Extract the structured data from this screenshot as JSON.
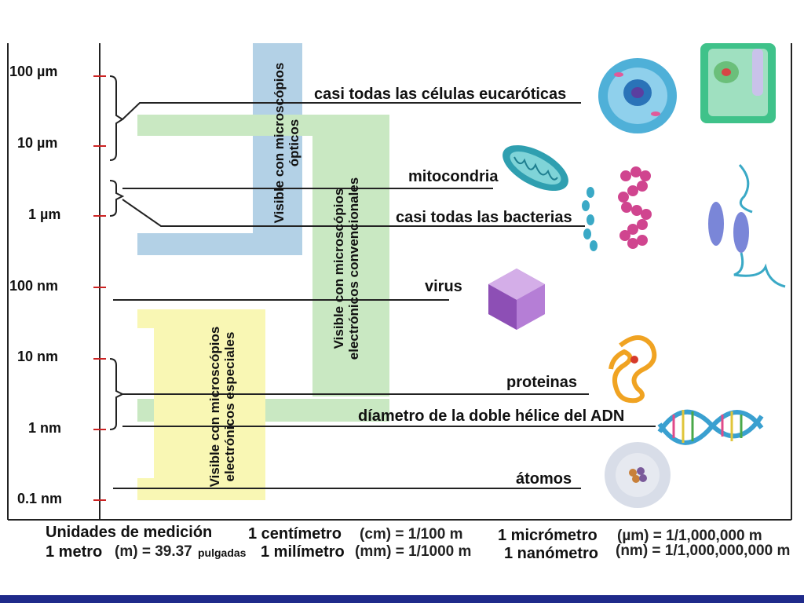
{
  "scale_labels": [
    "100 µm",
    "10 µm",
    "1 µm",
    "100 nm",
    "10 nm",
    "1 nm",
    "0.1 nm"
  ],
  "regions": {
    "optical": "Visible con microscópios ópticos",
    "conventional_em": "Visible con microscópios electrónicos convencionales",
    "special_em": "Visible con microscópios electrónicos especiales"
  },
  "items": {
    "eukaryotic": "casi todas las células eucaróticas",
    "mitochondria": "mitocondria",
    "bacteria": "casi todas las bacterias",
    "virus": "virus",
    "proteins": "proteinas",
    "dna": "díametro de la doble hélice del ADN",
    "atoms": "átomos"
  },
  "units": {
    "heading": "Unidades de medición",
    "meter_name": "1 metro",
    "meter_formula": "(m) = 39.37",
    "inches": "pulgadas",
    "cm_name": "1 centímetro",
    "cm_formula": "(cm) = 1/100 m",
    "mm_name": "1 milímetro",
    "mm_formula": "(mm) = 1/1000 m",
    "um_name": "1 micrómetro",
    "um_formula": "(µm) = 1/1,000,000 m",
    "nm_name": "1 nanómetro",
    "nm_formula": "(nm) = 1/1,000,000,000 m"
  },
  "colors": {
    "optical": "#b3d1e6",
    "conventional": "#c9e8c2",
    "special": "#f9f7b4",
    "tick": "#cc2222",
    "bottom_bar": "#1f2a8a"
  }
}
